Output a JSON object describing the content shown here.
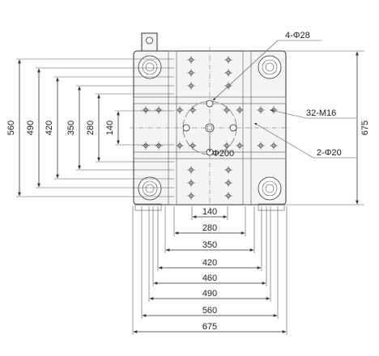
{
  "dims_bottom": [
    "140",
    "280",
    "350",
    "420",
    "460",
    "490",
    "560",
    "675"
  ],
  "dims_left": [
    "560",
    "490",
    "420",
    "350",
    "280",
    "140"
  ],
  "dim_right": "675",
  "callouts": {
    "center_holes": "4-Φ28",
    "tapped_holes": "32-M16",
    "pin_holes": "2-Φ20",
    "center_circle": "Φ200"
  }
}
